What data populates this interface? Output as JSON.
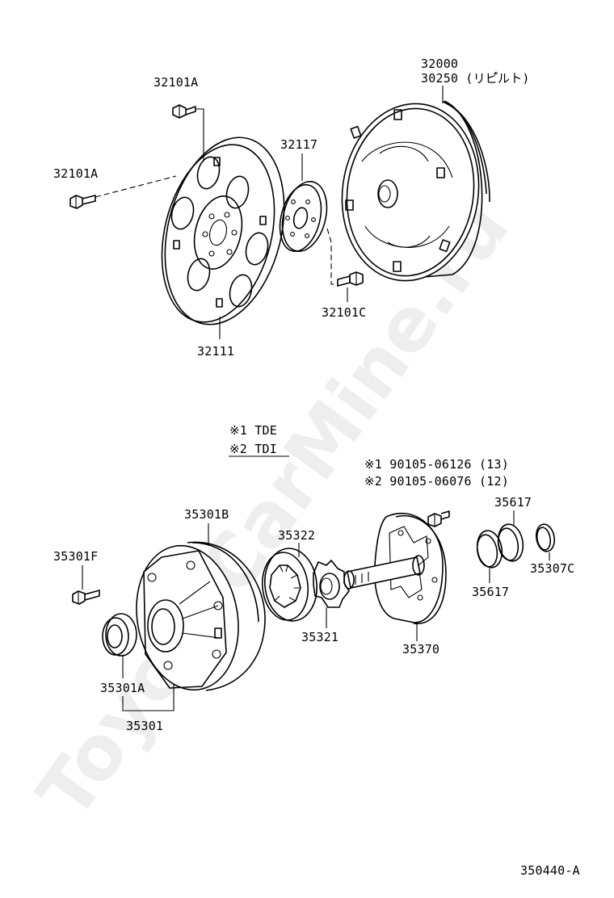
{
  "watermark": "ToyotaCarMine.ru",
  "diagram_id": "350440-A",
  "legend": {
    "row1": "※1  TDE",
    "row2": "※2  TDI"
  },
  "bolt_note": {
    "row1": "※1  90105-06126 (13)",
    "row2": "※2  90105-06076 (12)"
  },
  "parts": {
    "p32000": "32000",
    "p30250": "30250 (リビ゚ルト)",
    "p32101a_top": "32101A",
    "p32101a_left": "32101A",
    "p32117": "32117",
    "p32101c": "32101C",
    "p32111": "32111",
    "p35301b": "35301B",
    "p35301f": "35301F",
    "p35322": "35322",
    "p35321": "35321",
    "p35370": "35370",
    "p35617_top": "35617",
    "p35617_bottom": "35617",
    "p35307c": "35307C",
    "p35301a": "35301A",
    "p35301": "35301"
  }
}
